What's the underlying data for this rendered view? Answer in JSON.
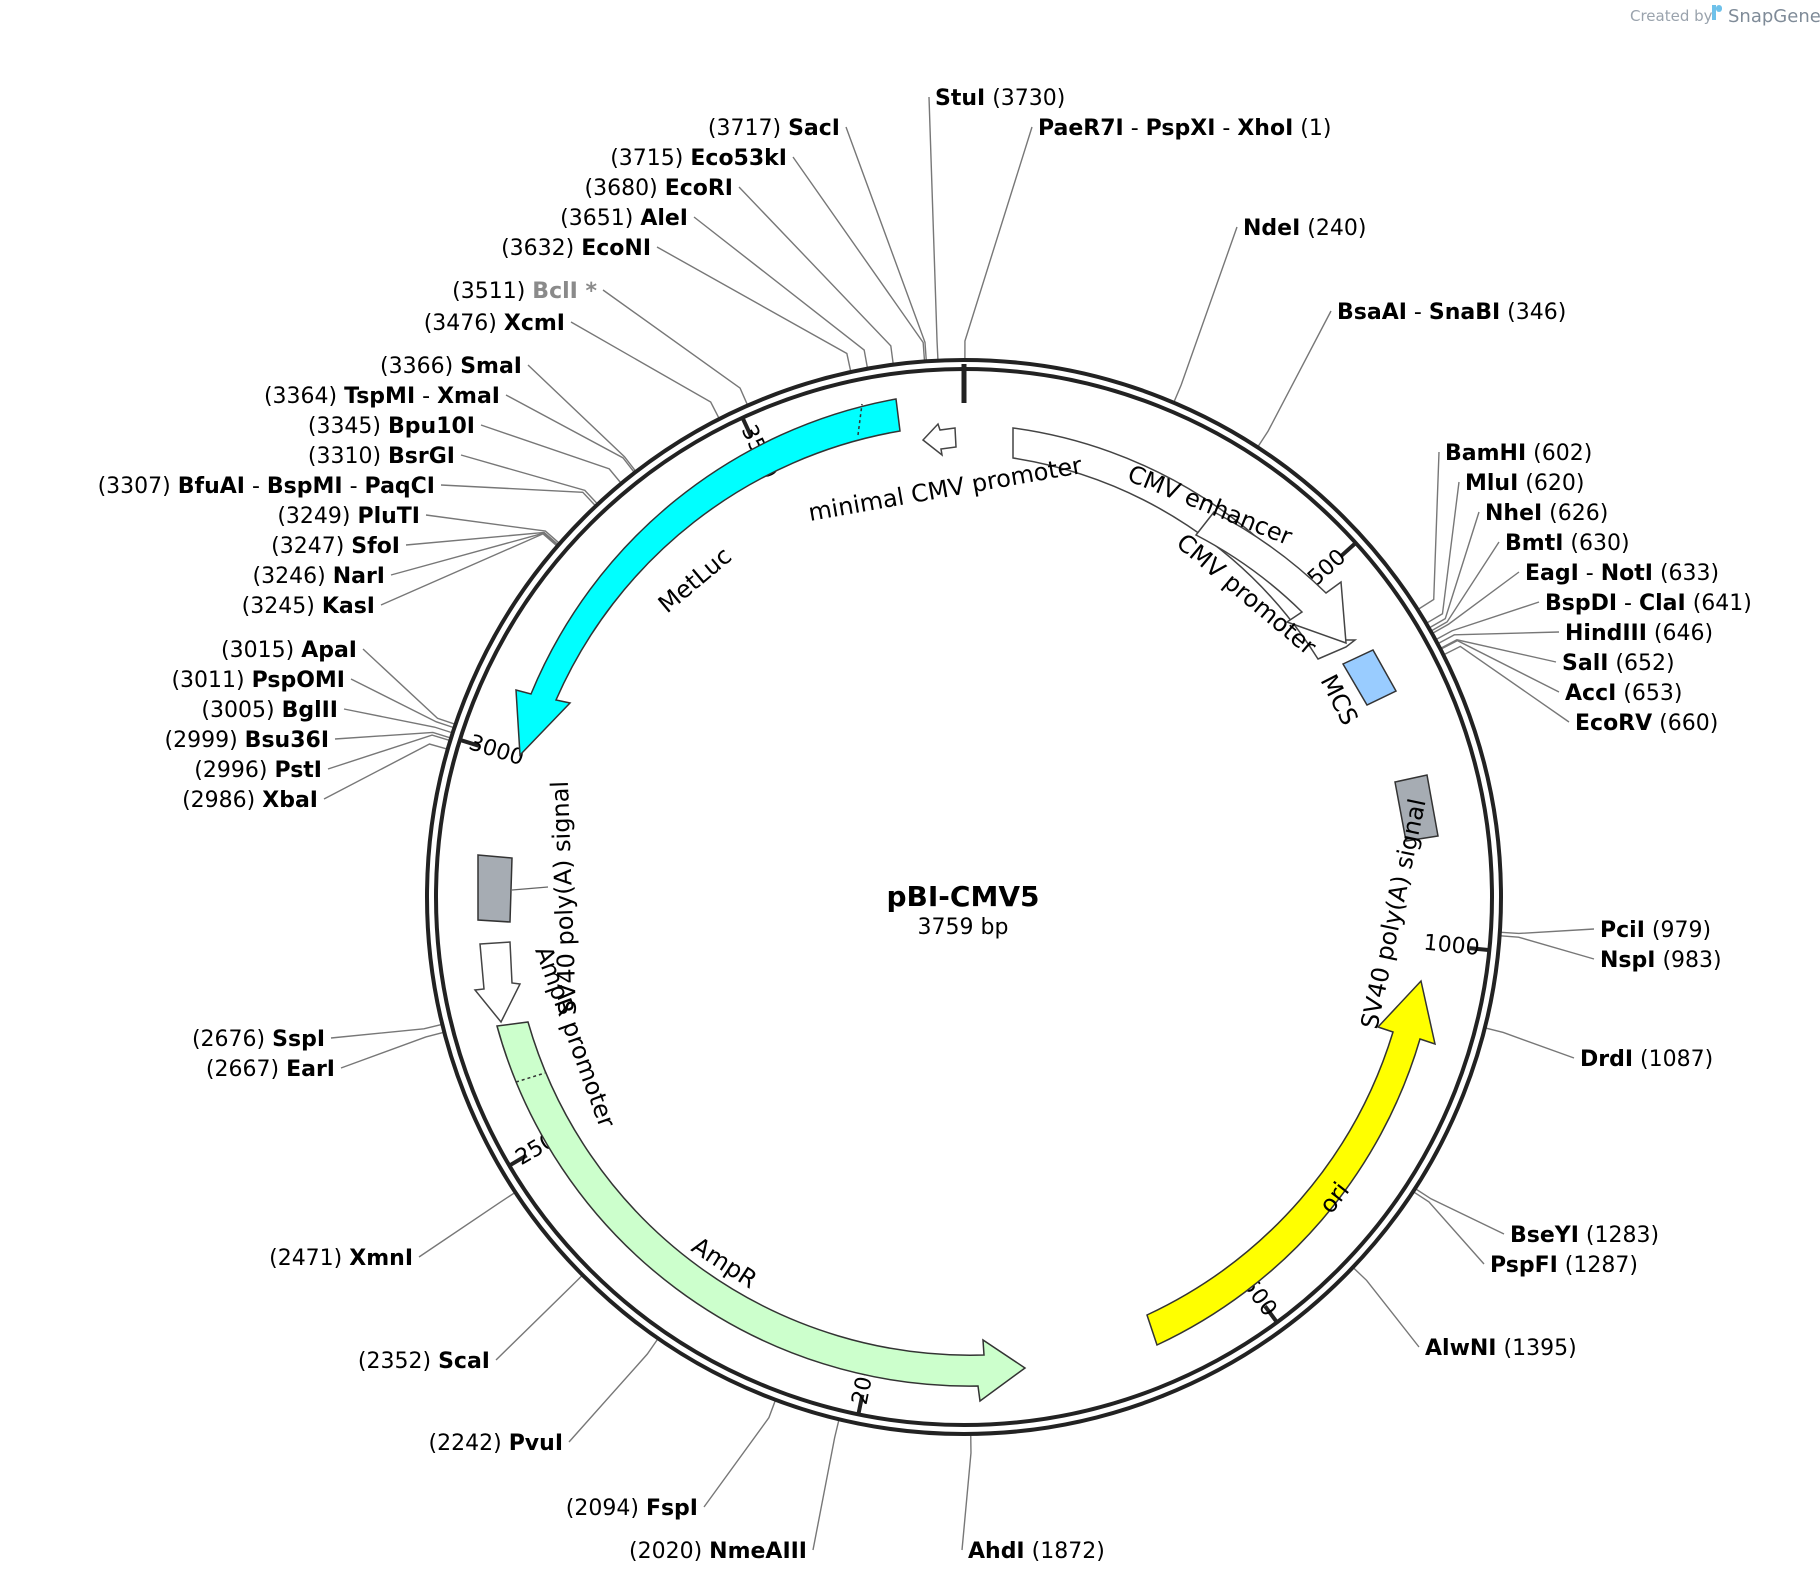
{
  "credit": {
    "prefix": "Created by",
    "brand": "SnapGene"
  },
  "plasmid": {
    "name": "pBI-CMV5",
    "length_label": "3759 bp",
    "length": 3759
  },
  "ticks": [
    {
      "bp": 500,
      "label": "500"
    },
    {
      "bp": 1000,
      "label": "1000"
    },
    {
      "bp": 1500,
      "label": "1500"
    },
    {
      "bp": 2000,
      "label": "2000"
    },
    {
      "bp": 2500,
      "label": "2500"
    },
    {
      "bp": 3000,
      "label": "3000"
    },
    {
      "bp": 3500,
      "label": "3500"
    }
  ],
  "features": [
    {
      "id": "cmv-enhancer",
      "label": "CMV enhancer",
      "type": "arrow",
      "color": "#ffffff"
    },
    {
      "id": "cmv-promoter",
      "label": "CMV promoter",
      "type": "arrow",
      "color": "#ffffff"
    },
    {
      "id": "mcs",
      "label": "MCS",
      "type": "box",
      "color": "#99ccff"
    },
    {
      "id": "sv40-right",
      "label": "SV40 poly(A) signal",
      "type": "box",
      "color": "#a6acb3"
    },
    {
      "id": "ori",
      "label": "ori",
      "type": "arrow",
      "color": "#ffff00"
    },
    {
      "id": "ampr",
      "label": "AmpR",
      "type": "arrow",
      "color": "#ccffcc"
    },
    {
      "id": "ampr-promoter",
      "label": "AmpR promoter",
      "type": "arrow",
      "color": "#ffffff"
    },
    {
      "id": "sv40-left",
      "label": "SV40 poly(A) signal",
      "type": "box",
      "color": "#a6acb3"
    },
    {
      "id": "metluc",
      "label": "MetLuc",
      "type": "arrow",
      "color": "#00ffff"
    },
    {
      "id": "minimal-cmv",
      "label": "minimal CMV promoter",
      "type": "arrow",
      "color": "#ffffff"
    }
  ],
  "sites_right": [
    {
      "names": [
        "StuI"
      ],
      "pos": "(3730)",
      "bp": 3730
    },
    {
      "names": [
        "PaeR7I",
        "PspXI",
        "XhoI"
      ],
      "pos": "(1)",
      "bp": 1
    },
    {
      "names": [
        "NdeI"
      ],
      "pos": "(240)",
      "bp": 240
    },
    {
      "names": [
        "BsaAI",
        "SnaBI"
      ],
      "pos": "(346)",
      "bp": 346
    },
    {
      "names": [
        "BamHI"
      ],
      "pos": "(602)",
      "bp": 602
    },
    {
      "names": [
        "MluI"
      ],
      "pos": "(620)",
      "bp": 620
    },
    {
      "names": [
        "NheI"
      ],
      "pos": "(626)",
      "bp": 626
    },
    {
      "names": [
        "BmtI"
      ],
      "pos": "(630)",
      "bp": 630
    },
    {
      "names": [
        "EagI",
        "NotI"
      ],
      "pos": "(633)",
      "bp": 633
    },
    {
      "names": [
        "BspDI",
        "ClaI"
      ],
      "pos": "(641)",
      "bp": 641
    },
    {
      "names": [
        "HindIII"
      ],
      "pos": "(646)",
      "bp": 646
    },
    {
      "names": [
        "SalI"
      ],
      "pos": "(652)",
      "bp": 652
    },
    {
      "names": [
        "AccI"
      ],
      "pos": "(653)",
      "bp": 653
    },
    {
      "names": [
        "EcoRV"
      ],
      "pos": "(660)",
      "bp": 660
    },
    {
      "names": [
        "PciI"
      ],
      "pos": "(979)",
      "bp": 979
    },
    {
      "names": [
        "NspI"
      ],
      "pos": "(983)",
      "bp": 983
    },
    {
      "names": [
        "DrdI"
      ],
      "pos": "(1087)",
      "bp": 1087
    },
    {
      "names": [
        "BseYI"
      ],
      "pos": "(1283)",
      "bp": 1283
    },
    {
      "names": [
        "PspFI"
      ],
      "pos": "(1287)",
      "bp": 1287
    },
    {
      "names": [
        "AlwNI"
      ],
      "pos": "(1395)",
      "bp": 1395
    },
    {
      "names": [
        "AhdI"
      ],
      "pos": "(1872)",
      "bp": 1872
    }
  ],
  "sites_left": [
    {
      "names": [
        "SacI"
      ],
      "pos": "(3717)",
      "bp": 3717
    },
    {
      "names": [
        "Eco53kI"
      ],
      "pos": "(3715)",
      "bp": 3715
    },
    {
      "names": [
        "EcoRI"
      ],
      "pos": "(3680)",
      "bp": 3680
    },
    {
      "names": [
        "AleI"
      ],
      "pos": "(3651)",
      "bp": 3651
    },
    {
      "names": [
        "EcoNI"
      ],
      "pos": "(3632)",
      "bp": 3632
    },
    {
      "names": [
        "BclI *"
      ],
      "pos": "(3511)",
      "bp": 3511,
      "dim": true
    },
    {
      "names": [
        "XcmI"
      ],
      "pos": "(3476)",
      "bp": 3476
    },
    {
      "names": [
        "SmaI"
      ],
      "pos": "(3366)",
      "bp": 3366
    },
    {
      "names": [
        "TspMI",
        "XmaI"
      ],
      "pos": "(3364)",
      "bp": 3364
    },
    {
      "names": [
        "Bpu10I"
      ],
      "pos": "(3345)",
      "bp": 3345
    },
    {
      "names": [
        "BsrGI"
      ],
      "pos": "(3310)",
      "bp": 3310
    },
    {
      "names": [
        "BfuAI",
        "BspMI",
        "PaqCI"
      ],
      "pos": "(3307)",
      "bp": 3307
    },
    {
      "names": [
        "PluTI"
      ],
      "pos": "(3249)",
      "bp": 3249
    },
    {
      "names": [
        "SfoI"
      ],
      "pos": "(3247)",
      "bp": 3247
    },
    {
      "names": [
        "NarI"
      ],
      "pos": "(3246)",
      "bp": 3246
    },
    {
      "names": [
        "KasI"
      ],
      "pos": "(3245)",
      "bp": 3245
    },
    {
      "names": [
        "ApaI"
      ],
      "pos": "(3015)",
      "bp": 3015
    },
    {
      "names": [
        "PspOMI"
      ],
      "pos": "(3011)",
      "bp": 3011
    },
    {
      "names": [
        "BglII"
      ],
      "pos": "(3005)",
      "bp": 3005
    },
    {
      "names": [
        "Bsu36I"
      ],
      "pos": "(2999)",
      "bp": 2999
    },
    {
      "names": [
        "PstI"
      ],
      "pos": "(2996)",
      "bp": 2996
    },
    {
      "names": [
        "XbaI"
      ],
      "pos": "(2986)",
      "bp": 2986
    },
    {
      "names": [
        "SspI"
      ],
      "pos": "(2676)",
      "bp": 2676
    },
    {
      "names": [
        "EarI"
      ],
      "pos": "(2667)",
      "bp": 2667
    },
    {
      "names": [
        "XmnI"
      ],
      "pos": "(2471)",
      "bp": 2471
    },
    {
      "names": [
        "ScaI"
      ],
      "pos": "(2352)",
      "bp": 2352
    },
    {
      "names": [
        "PvuI"
      ],
      "pos": "(2242)",
      "bp": 2242
    },
    {
      "names": [
        "FspI"
      ],
      "pos": "(2094)",
      "bp": 2094
    },
    {
      "names": [
        "NmeAIII"
      ],
      "pos": "(2020)",
      "bp": 2020
    }
  ]
}
